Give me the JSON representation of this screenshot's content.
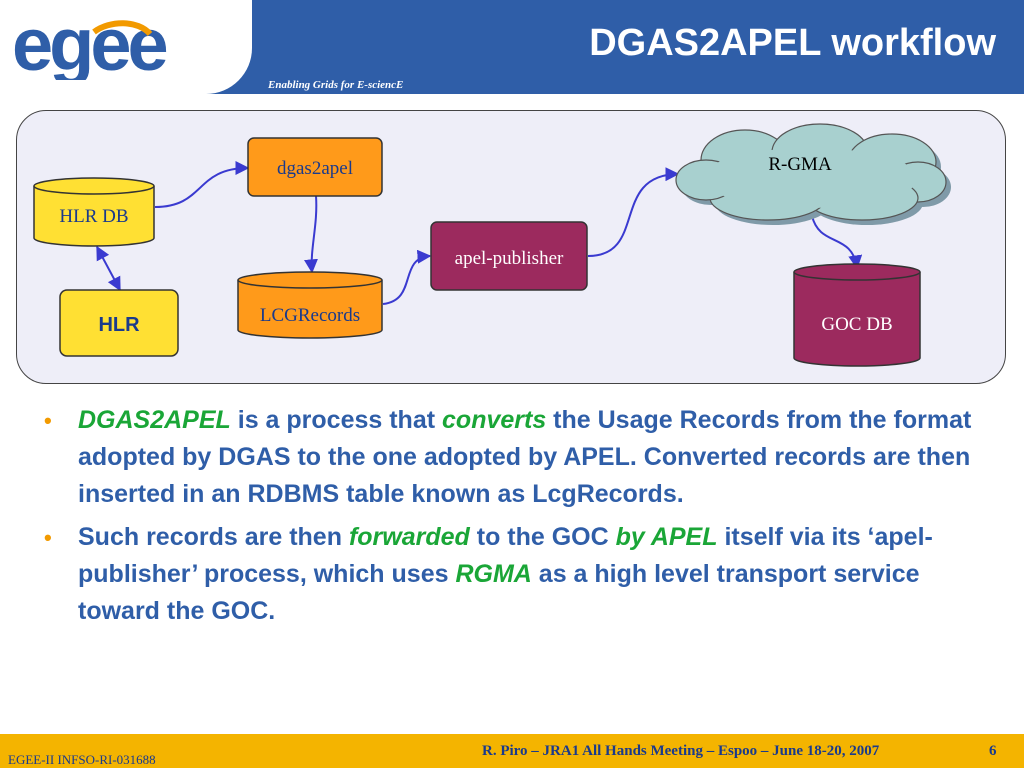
{
  "header": {
    "logo_text": "egee",
    "tagline": "Enabling Grids for E-sciencE",
    "title": "DGAS2APEL workflow"
  },
  "diagram": {
    "nodes": {
      "hlr_db": "HLR DB",
      "hlr": "HLR",
      "dgas2apel": "dgas2apel",
      "lcgrecords": "LCGRecords",
      "apel_publisher": "apel-publisher",
      "rgma": "R-GMA",
      "goc_db": "GOC DB"
    }
  },
  "bullets": [
    {
      "parts": [
        {
          "text": "DGAS2APEL",
          "em": true
        },
        {
          "text": " is a process that ",
          "em": false
        },
        {
          "text": "converts",
          "em": true
        },
        {
          "text": " the Usage Records from the format adopted by DGAS to the one adopted by APEL. Converted records are then inserted in an RDBMS table known as LcgRecords.",
          "em": false
        }
      ]
    },
    {
      "parts": [
        {
          "text": "Such records are then ",
          "em": false
        },
        {
          "text": "forwarded",
          "em": true
        },
        {
          "text": " to the GOC ",
          "em": false
        },
        {
          "text": "by APEL",
          "em": true
        },
        {
          "text": " itself via its ‘apel-publisher’ process, which uses ",
          "em": false
        },
        {
          "text": "RGMA",
          "em": true
        },
        {
          "text": " as a high level transport service toward the GOC.",
          "em": false
        }
      ]
    }
  ],
  "footer": {
    "left": "EGEE-II INFSO-RI-031688",
    "center": "R. Piro – JRA1 All Hands Meeting – Espoo – June 18-20, 2007",
    "page": "6"
  },
  "colors": {
    "header_blue": "#2f5ea8",
    "text_blue": "#2f5ea8",
    "accent_green": "#1aa637",
    "footer_gold": "#f4b400",
    "bullet_orange": "#f29a00",
    "yellow_node": "#ffe033",
    "orange_node": "#ff9a1a",
    "maroon_node": "#9c2a5e",
    "cloud_teal": "#a8d0cf",
    "arrow_blue": "#3a3ad0"
  }
}
